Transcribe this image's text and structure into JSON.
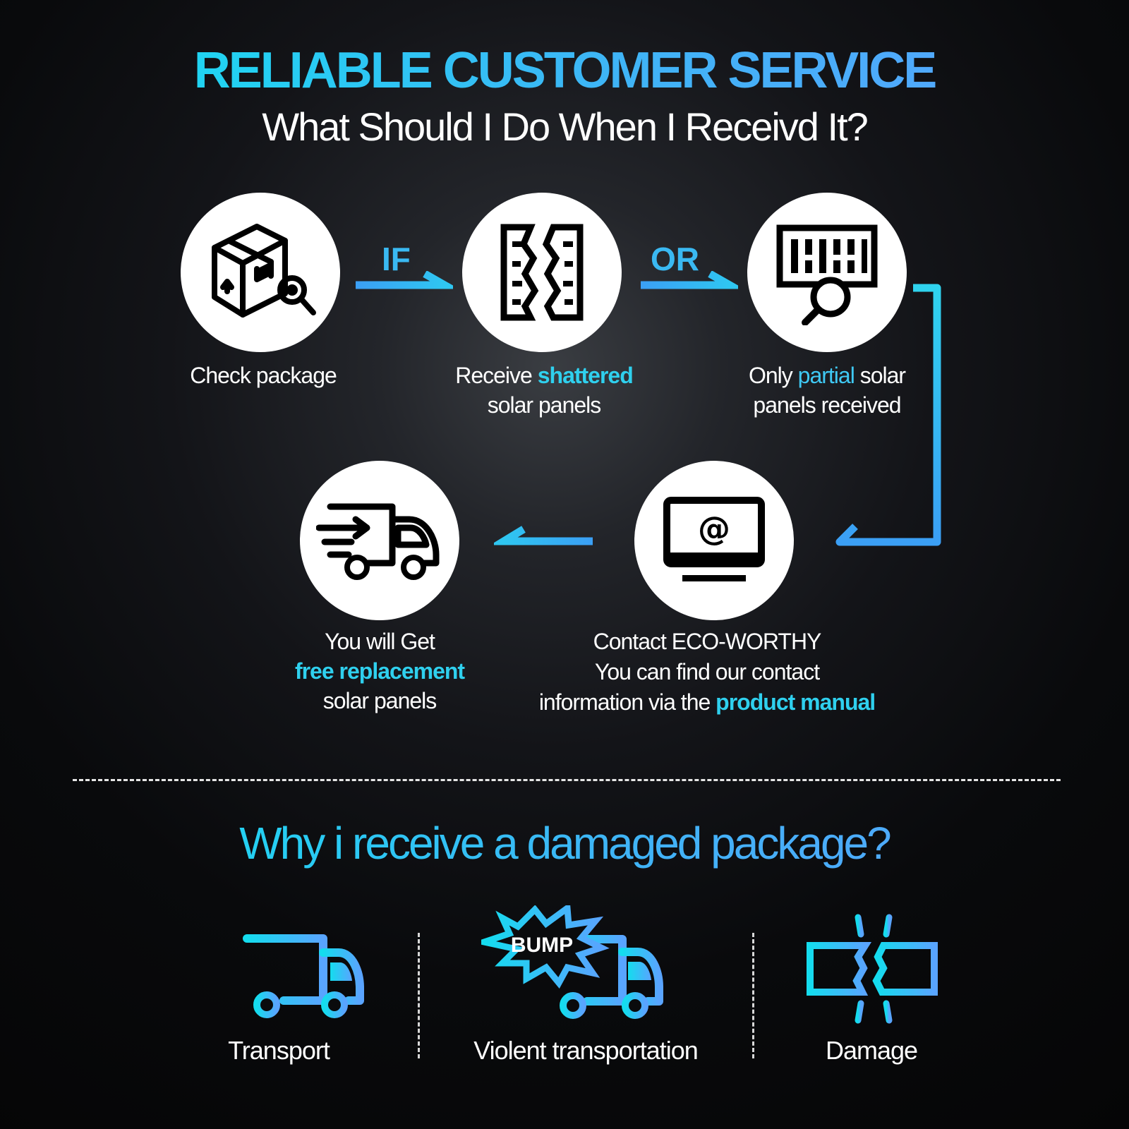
{
  "header": {
    "title": "RELIABLE CUSTOMER SERVICE",
    "subtitle": "What Should I Do When I Receivd It?"
  },
  "connectors": {
    "if_label": "IF",
    "or_label": "OR"
  },
  "steps": [
    {
      "icon": "package-search-icon",
      "parts": [
        "Check package"
      ]
    },
    {
      "icon": "shattered-panel-icon",
      "parts": [
        "Receive ",
        "shattered",
        "solar panels"
      ]
    },
    {
      "icon": "partial-panel-search-icon",
      "parts": [
        "Only ",
        "partial",
        " solar",
        "panels received"
      ]
    },
    {
      "icon": "monitor-email-icon",
      "parts": [
        "Contact ECO-WORTHY",
        "You can find our contact",
        "information via the ",
        "product manual"
      ]
    },
    {
      "icon": "delivery-truck-icon",
      "parts": [
        "You will Get",
        "free replacement",
        "solar panels"
      ]
    }
  ],
  "reasons_section": {
    "heading": "Why i receive a damaged package?",
    "items": [
      {
        "icon": "transport-truck-icon",
        "label": "Transport"
      },
      {
        "icon": "bump-truck-icon",
        "label": "Violent transportation",
        "badge": "BUMP"
      },
      {
        "icon": "broken-box-icon",
        "label": "Damage"
      }
    ]
  },
  "colors": {
    "accent_cyan": "#12e2f0",
    "accent_blue": "#5aa2ff",
    "background": "#0a0b0d",
    "text": "#ffffff"
  }
}
